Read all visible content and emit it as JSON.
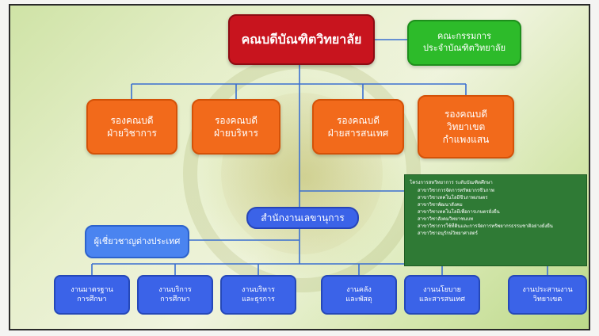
{
  "org_chart": {
    "dean": "คณบดีบัณฑิตวิทยาลัย",
    "committee": [
      "คณะกรรมการ",
      "ประจำบัณฑิตวิทยาลัย"
    ],
    "vice_deans": [
      [
        "รองคณบดี",
        "ฝ่ายวิชาการ"
      ],
      [
        "รองคณบดี",
        "ฝ่ายบริหาร"
      ],
      [
        "รองคณบดี",
        "ฝ่ายสารสนเทศ"
      ],
      [
        "รองคณบดี",
        "วิทยาเขต",
        "กำแพงแสน"
      ]
    ],
    "programs_panel": {
      "title": "โครงการสหวิทยาการ ระดับบัณฑิตศึกษา",
      "items": [
        "สาขาวิชาการจัดการทรัพยากรชีวภาพ",
        "สาขาวิชาเทคโนโลยีชีวภาพเกษตร",
        "สาขาวิชาพัฒนาสังคม",
        "สาขาวิชาเทคโนโลยีเพื่อการเกษตรยั่งยืน",
        "สาขาวิชาสังคมวิทยาชนบท",
        "สาขาวิชาการใช้ที่ดินและการจัดการทรัพยากรธรรมชาติอย่างยั่งยืน",
        "สาขาวิชาอนุรักษ์วิทยาศาสตร์"
      ]
    },
    "secretary_office": "สำนักงานเลขานุการ",
    "foreign_experts": "ผู้เชี่ยวชาญต่างประเทศ",
    "units": [
      [
        "งานมาตรฐาน",
        "การศึกษา"
      ],
      [
        "งานบริการ",
        "การศึกษา"
      ],
      [
        "งานบริหาร",
        "และธุรการ"
      ],
      [
        "งานคลัง",
        "และพัสดุ"
      ],
      [
        "งานนโยบาย",
        "และสารสนเทศ"
      ],
      [
        "งานประสานงาน",
        "วิทยาเขต"
      ]
    ]
  },
  "colors": {
    "dean": "#c8141e",
    "committee": "#2dbb2a",
    "vice_dean": "#f26a1b",
    "office": "#3b63e8",
    "programs_panel": "#2f7a35",
    "connector": "#3a6fd0"
  }
}
